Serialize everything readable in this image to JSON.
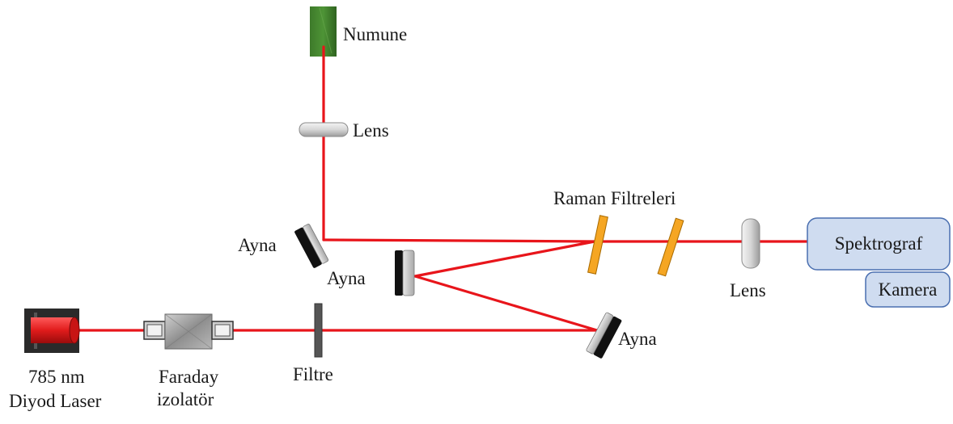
{
  "diagram": {
    "labels": {
      "sample": "Numune",
      "lens_top": "Lens",
      "mirror_1": "Ayna",
      "mirror_2": "Ayna",
      "mirror_3": "Ayna",
      "raman_filters": "Raman Filtreleri",
      "lens_right": "Lens",
      "spectrograph": "Spektrograf",
      "camera": "Kamera",
      "laser_line1": "785 nm",
      "laser_line2": "Diyod Laser",
      "faraday_line1": "Faraday",
      "faraday_line2": "izolatör",
      "filter": "Filtre"
    },
    "icons": [
      "laser-icon",
      "faraday-isolator-icon",
      "filter-icon",
      "mirror-icon",
      "lens-icon",
      "raman-filter-icon",
      "sample-leaf-icon"
    ],
    "colors": {
      "beam": "#e8151b",
      "box_fill": "#cfdcf0",
      "box_stroke": "#4a6fb0",
      "raman_filter": "#f5a623",
      "laser": "#e01b1b"
    }
  }
}
